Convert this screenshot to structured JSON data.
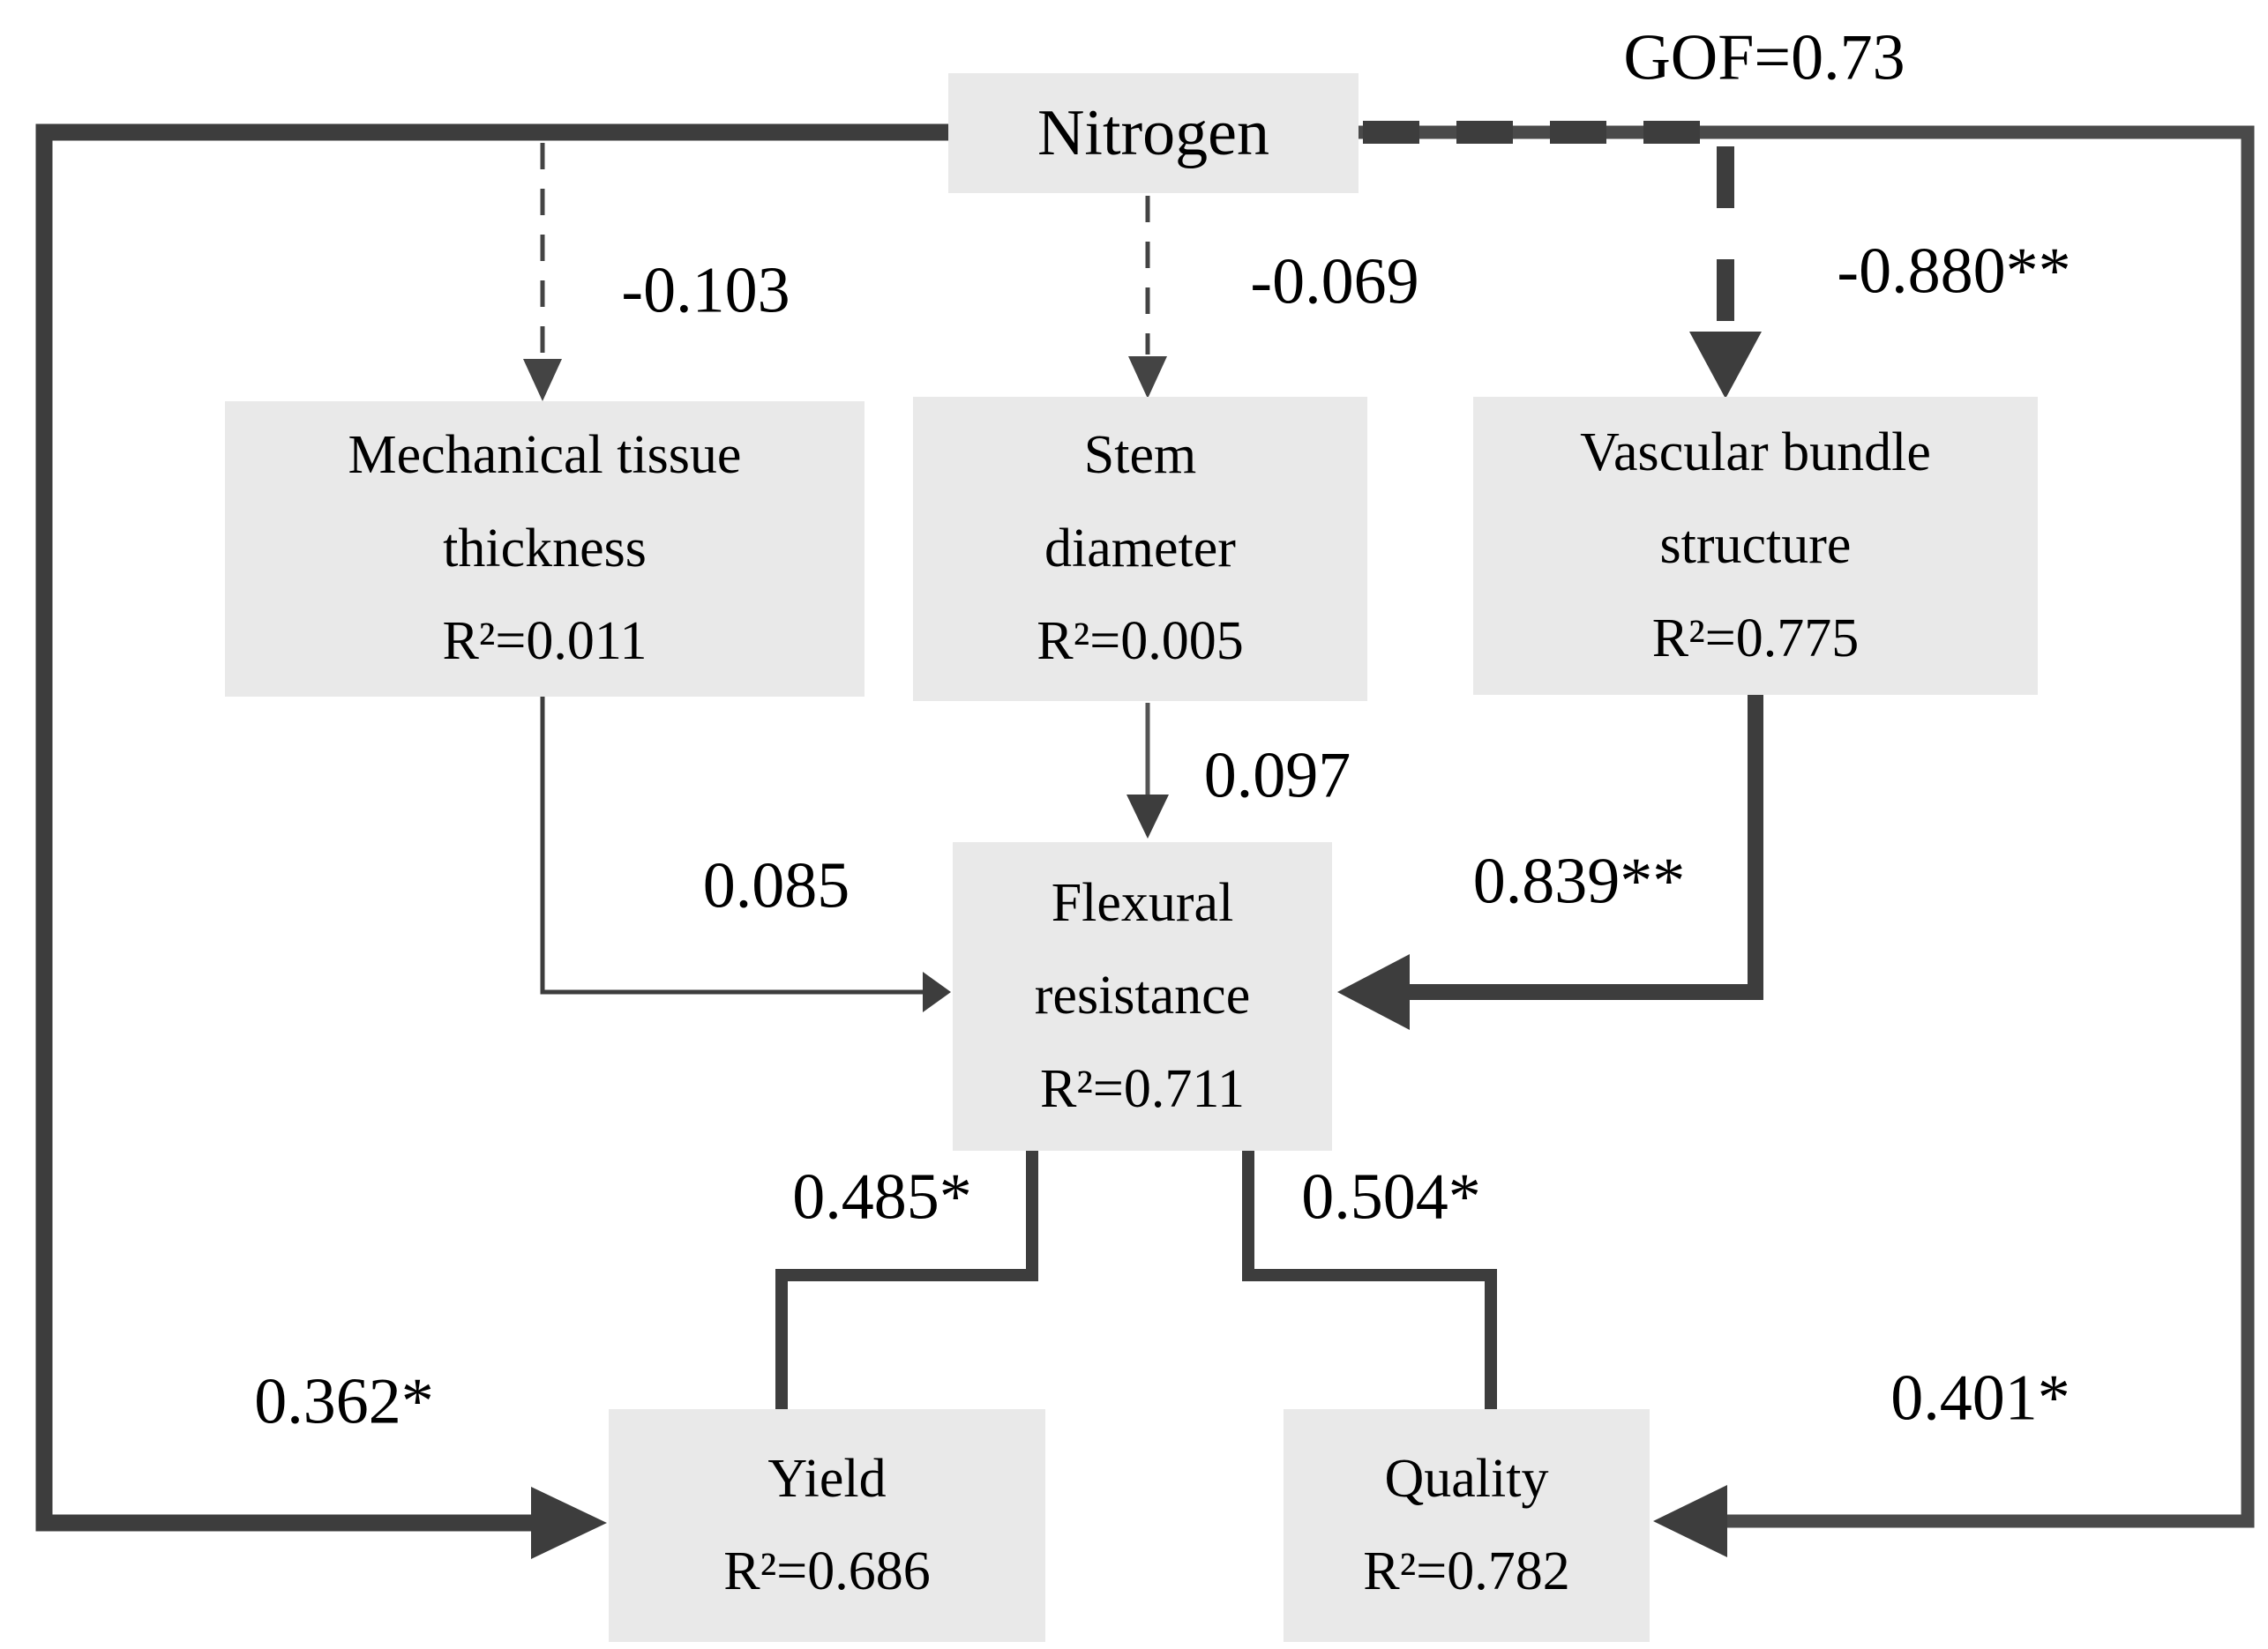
{
  "figure": {
    "type": "path-diagram",
    "description_visible_text_only": true
  },
  "gof": {
    "label": "GOF=0.73"
  },
  "colors": {
    "background": "#ffffff",
    "box_fill": "#e9e9e9",
    "line": "#3d3d3d",
    "text": "#000000"
  },
  "nodes": {
    "nitrogen": {
      "label": "Nitrogen"
    },
    "mechanical": {
      "label": "Mechanical tissue\nthickness\nR²=0.011"
    },
    "stem": {
      "label": "Stem\ndiameter\nR²=0.005"
    },
    "vascular": {
      "label": "Vascular bundle\nstructure\nR²=0.775"
    },
    "flexural": {
      "label": "Flexural\nresistance\nR²=0.711"
    },
    "yield": {
      "label": "Yield\nR²=0.686"
    },
    "quality": {
      "label": "Quality\nR²=0.782"
    }
  },
  "edges": [
    {
      "from": "nitrogen",
      "to": "mechanical",
      "coef": "-0.103",
      "style": "dashed-thin"
    },
    {
      "from": "nitrogen",
      "to": "stem",
      "coef": "-0.069",
      "style": "dashed-thin"
    },
    {
      "from": "nitrogen",
      "to": "vascular",
      "coef": "-0.880**",
      "style": "dashed-thick"
    },
    {
      "from": "mechanical",
      "to": "flexural",
      "coef": "0.085",
      "style": "solid-thin"
    },
    {
      "from": "stem",
      "to": "flexural",
      "coef": "0.097",
      "style": "solid-thin"
    },
    {
      "from": "vascular",
      "to": "flexural",
      "coef": "0.839**",
      "style": "solid-thick"
    },
    {
      "from": "flexural",
      "to": "yield",
      "coef": "0.485*",
      "style": "solid-thick"
    },
    {
      "from": "flexural",
      "to": "quality",
      "coef": "0.504*",
      "style": "solid-thick"
    },
    {
      "from": "nitrogen",
      "to": "yield",
      "coef": "0.362*",
      "style": "solid-thick"
    },
    {
      "from": "nitrogen",
      "to": "quality",
      "coef": "0.401*",
      "style": "solid-thick"
    }
  ]
}
